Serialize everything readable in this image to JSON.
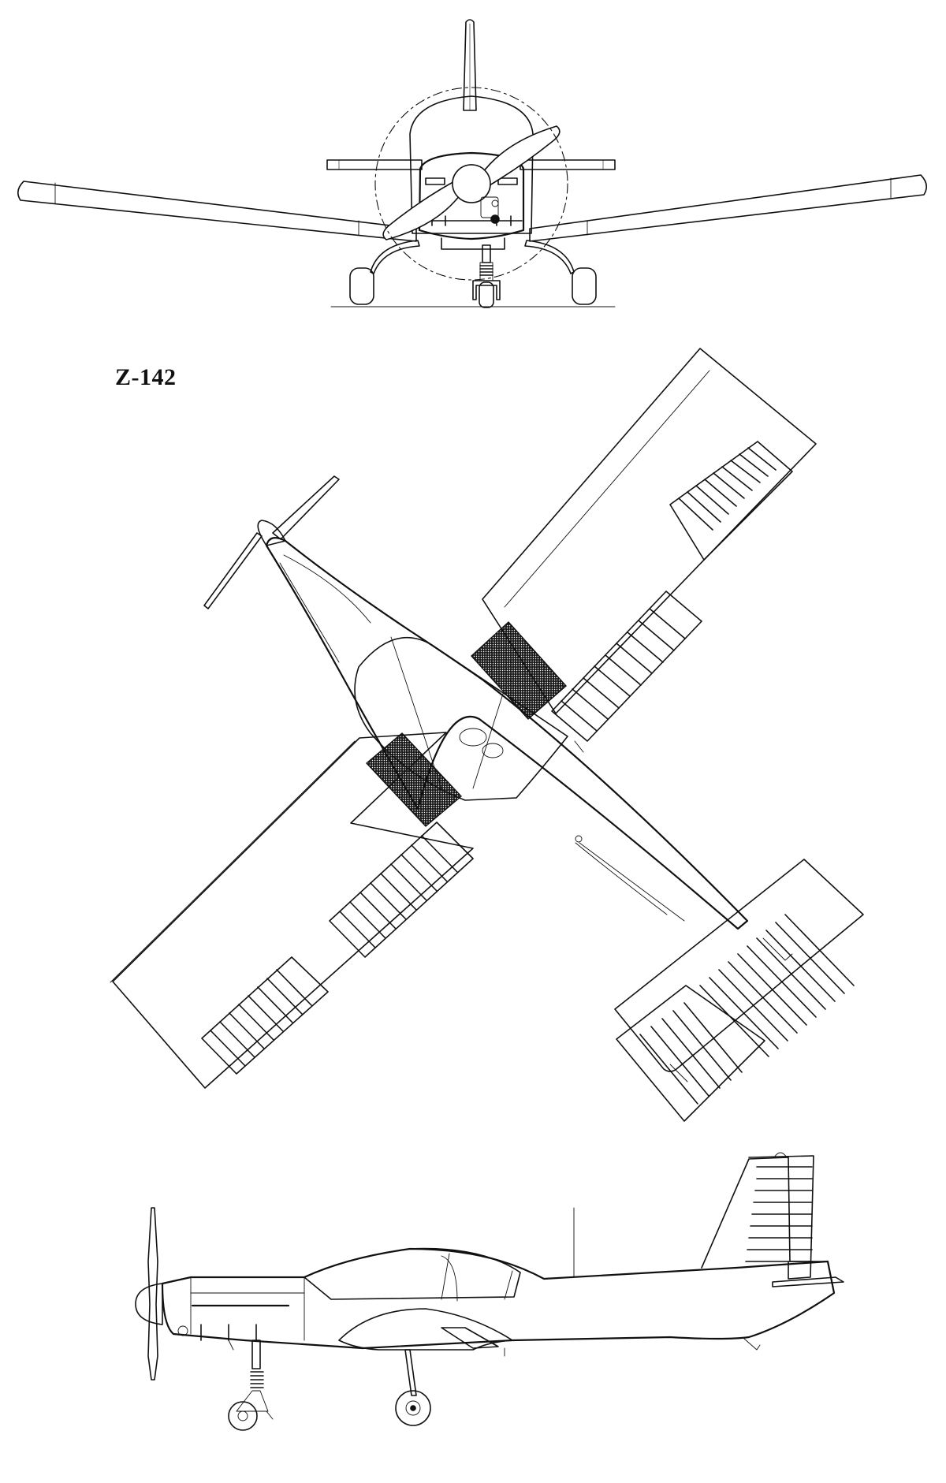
{
  "title": "Z-142",
  "views": {
    "front": "front-view",
    "top": "top-view",
    "side": "side-view"
  },
  "colors": {
    "line": "#111111",
    "background": "#ffffff"
  }
}
